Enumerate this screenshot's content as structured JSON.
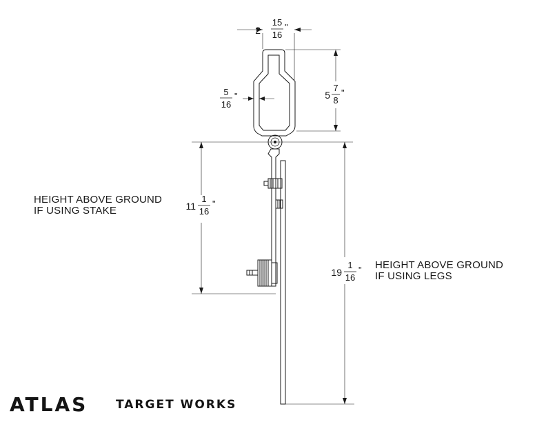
{
  "dimensions": {
    "top_width": {
      "whole": "2",
      "num": "15",
      "den": "16",
      "unit": "\""
    },
    "plate_thickness": {
      "whole": "",
      "num": "5",
      "den": "16",
      "unit": "\""
    },
    "target_height": {
      "whole": "5",
      "num": "7",
      "den": "8",
      "unit": "\""
    },
    "stake_height": {
      "whole": "11",
      "num": "1",
      "den": "16",
      "unit": "\""
    },
    "legs_height": {
      "whole": "19",
      "num": "1",
      "den": "16",
      "unit": "\""
    }
  },
  "labels": {
    "stake_line1": "HEIGHT ABOVE GROUND",
    "stake_line2": "IF USING STAKE",
    "legs_line1": "HEIGHT ABOVE GROUND",
    "legs_line2": "IF USING LEGS"
  },
  "brand": {
    "name": "ATLAS",
    "tagline": "TARGET WORKS"
  }
}
